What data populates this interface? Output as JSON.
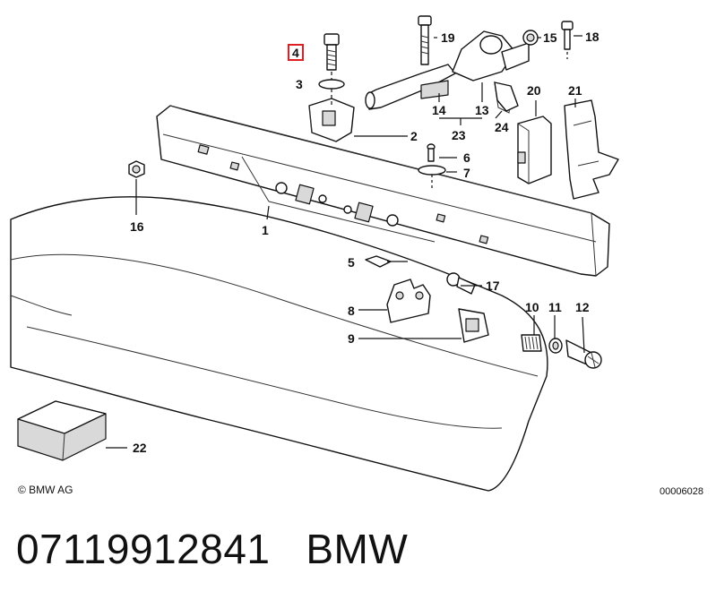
{
  "diagram": {
    "callouts": {
      "c1": "1",
      "c2": "2",
      "c3": "3",
      "c4": "4",
      "c5": "5",
      "c6": "6",
      "c7": "7",
      "c8": "8",
      "c9": "9",
      "c10": "10",
      "c11": "11",
      "c12": "12",
      "c13": "13",
      "c14": "14",
      "c15": "15",
      "c16": "16",
      "c17": "17",
      "c18": "18",
      "c19": "19",
      "c20": "20",
      "c21": "21",
      "c22": "22",
      "c23": "23",
      "c24": "24"
    },
    "highlighted_callout": "4",
    "highlight_color": "#e02020"
  },
  "footer": {
    "copyright": "© BMW AG",
    "diagram_number": "00006028"
  },
  "caption": {
    "part_number": "07119912841",
    "brand": "BMW"
  }
}
